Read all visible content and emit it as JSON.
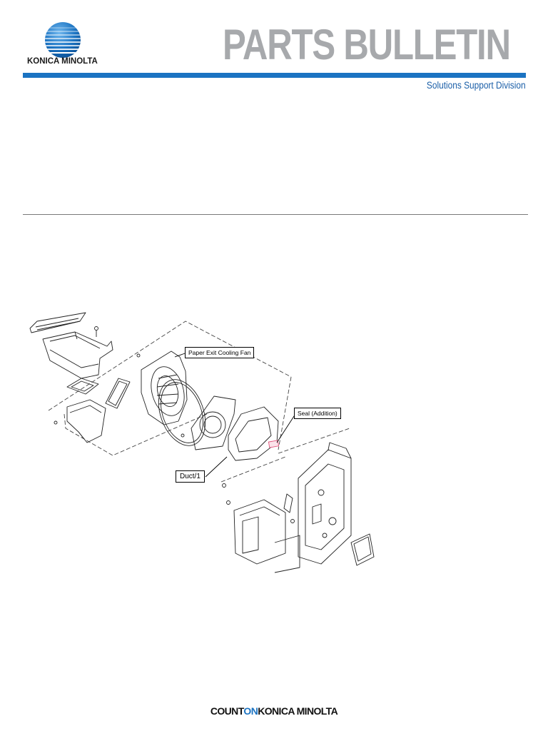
{
  "header": {
    "logo_text": "KONICA MINOLTA",
    "title": "PARTS BULLETIN",
    "division": "Solutions Support Division",
    "brand_blue": "#1b73c2",
    "title_gray": "#a7a9ac"
  },
  "diagram": {
    "labels": {
      "fan": "Paper Exit Cooling Fan",
      "seal": "Seal (Addition)",
      "duct": "Duct/1"
    },
    "highlight_color": "#e0527a"
  },
  "footer": {
    "part1": "COUNT",
    "part2": "ON",
    "part3": "KONICA MINOLTA"
  }
}
